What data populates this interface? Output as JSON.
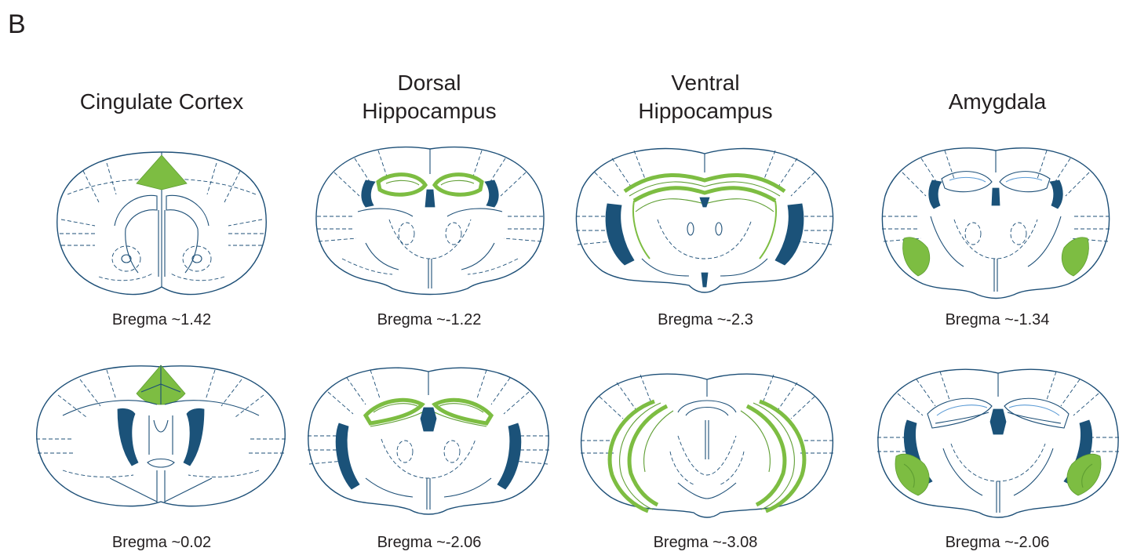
{
  "panel_letter": "B",
  "columns": [
    {
      "title_lines": [
        "Cingulate Cortex"
      ],
      "captions": [
        "Bregma ~1.42",
        "Bregma ~0.02"
      ]
    },
    {
      "title_lines": [
        "Dorsal",
        "Hippocampus"
      ],
      "captions": [
        "Bregma ~-1.22",
        "Bregma ~-2.06"
      ]
    },
    {
      "title_lines": [
        "Ventral",
        "Hippocampus"
      ],
      "captions": [
        "Bregma ~-2.3",
        "Bregma ~-3.08"
      ]
    },
    {
      "title_lines": [
        "Amygdala"
      ],
      "captions": [
        "Bregma ~-1.34",
        "Bregma ~-2.06"
      ]
    }
  ],
  "colors": {
    "outline": "#1d4f77",
    "ventricle": "#1b5279",
    "highlight": "#7dbd42",
    "text": "#231f20"
  }
}
